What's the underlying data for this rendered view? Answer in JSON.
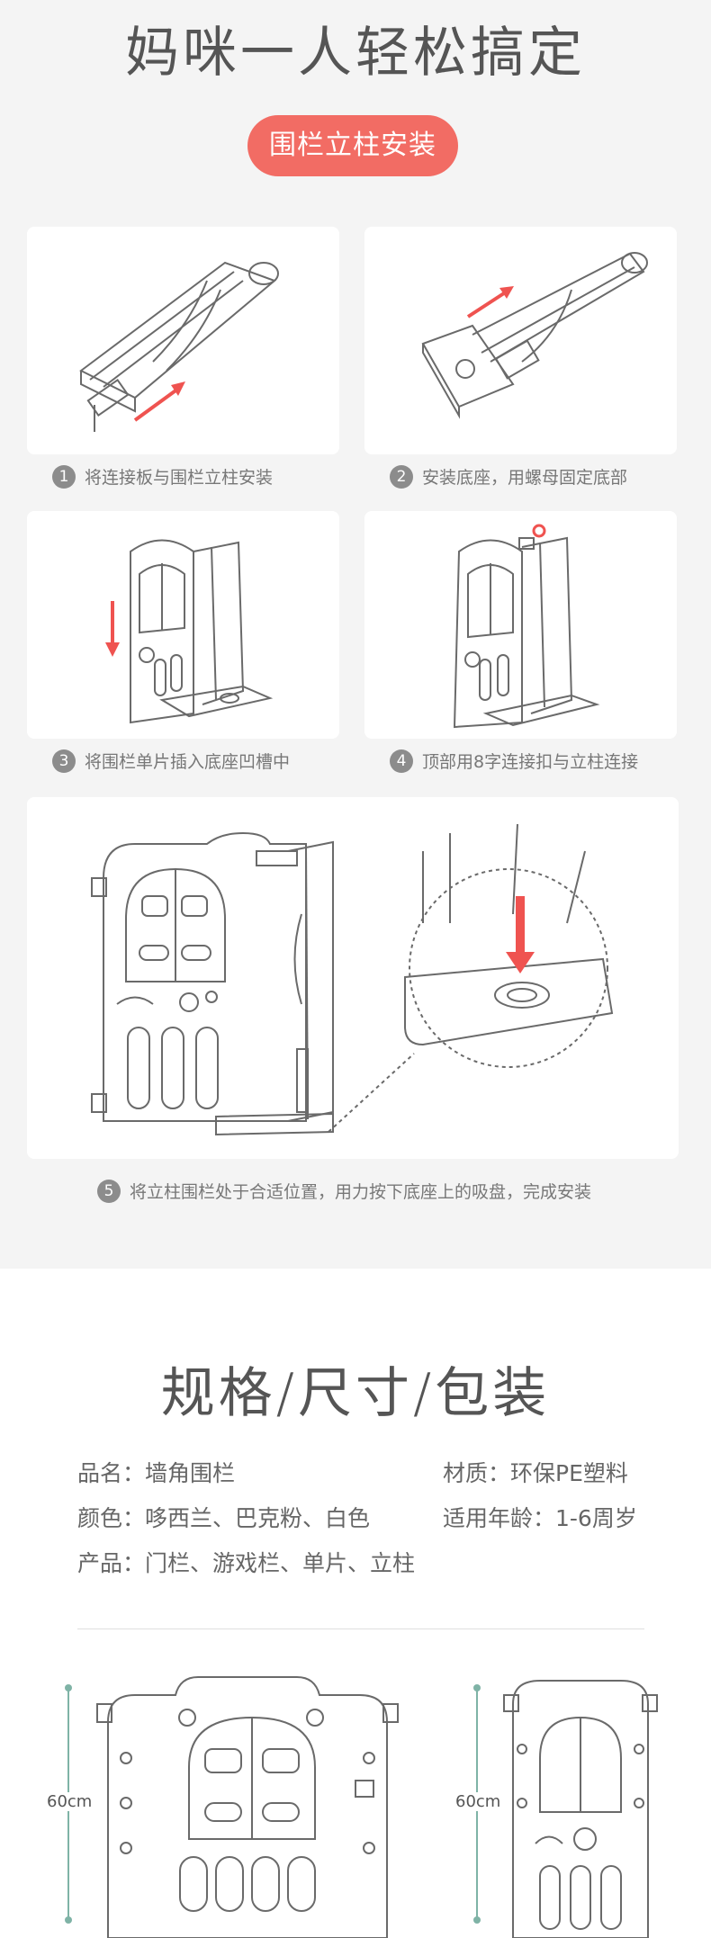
{
  "install": {
    "title": "妈咪一人轻松搞定",
    "badge": "围栏立柱安装",
    "steps": [
      {
        "num": "1",
        "text": "将连接板与围栏立柱安装"
      },
      {
        "num": "2",
        "text": "安装底座，用螺母固定底部"
      },
      {
        "num": "3",
        "text": "将围栏单片插入底座凹槽中"
      },
      {
        "num": "4",
        "text": "顶部用8字连接扣与立柱连接"
      },
      {
        "num": "5",
        "text": "将立柱围栏处于合适位置，用力按下底座上的吸盘，完成安装"
      }
    ]
  },
  "colors": {
    "accent": "#f26c64",
    "arrow": "#ef5350",
    "line": "#6a6a6a",
    "dot": "#7fb3a6"
  },
  "specs": {
    "title": "规格/尺寸/包装",
    "name": "品名：墙角围栏",
    "material": "材质：环保PE塑料",
    "color": "颜色：哆西兰、巴克粉、白色",
    "age": "适用年龄：1-6周岁",
    "products": "产品：门栏、游戏栏、单片、立柱",
    "height_left": "60cm",
    "height_right": "60cm"
  }
}
